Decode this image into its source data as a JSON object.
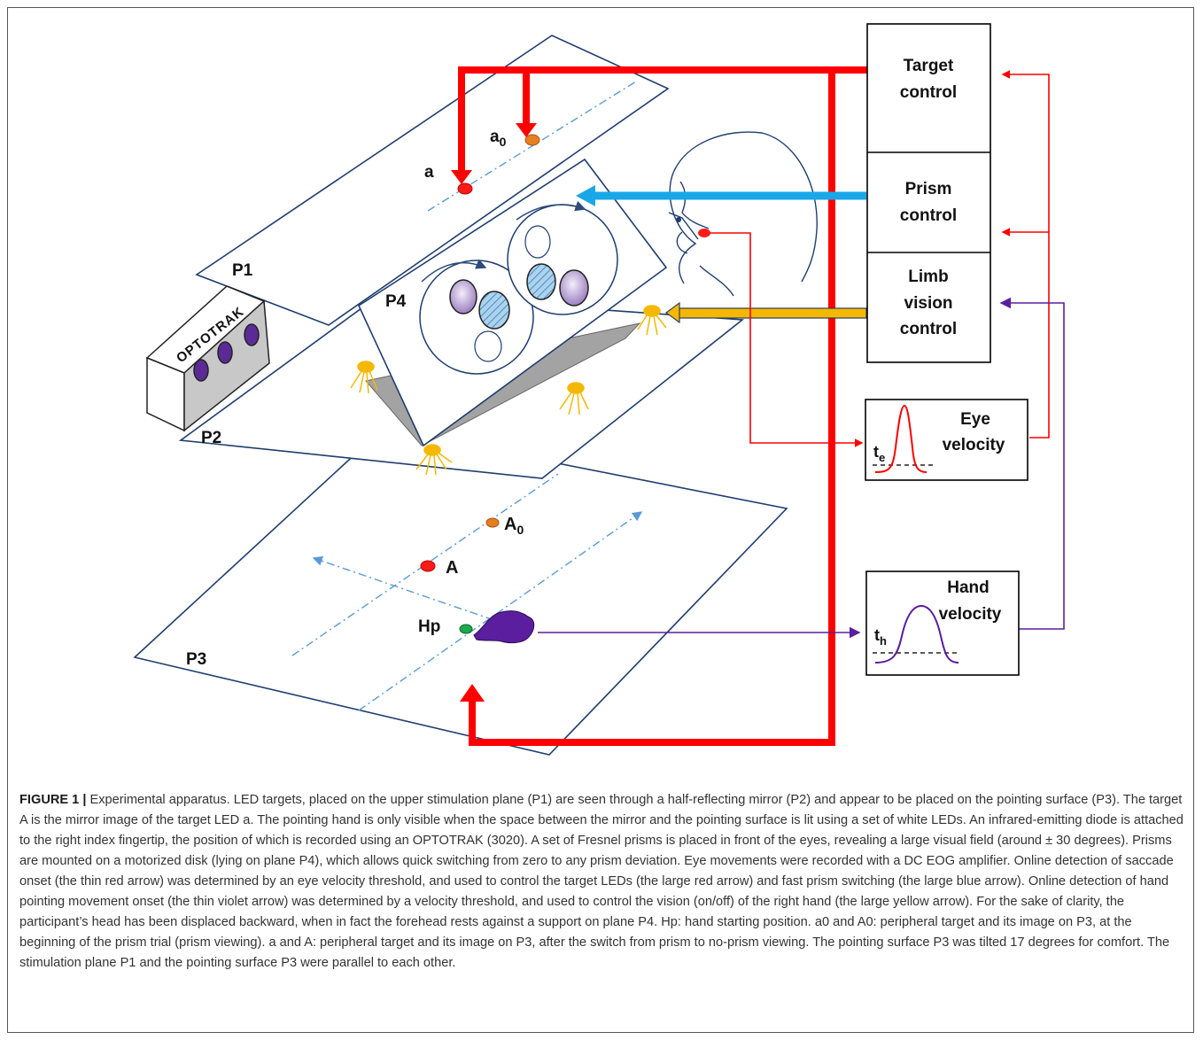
{
  "labels": {
    "a": "a",
    "a0_main": "a",
    "a0_sub": "0",
    "A": "A",
    "A0_main": "A",
    "A0_sub": "0",
    "P1": "P1",
    "P2": "P2",
    "P3": "P3",
    "P4": "P4",
    "Hp": "Hp",
    "optotrak": "OPTOTRAK"
  },
  "control_boxes": {
    "target": [
      "Target",
      "control"
    ],
    "prism": [
      "Prism",
      "control"
    ],
    "limb": [
      "Limb",
      "vision",
      "control"
    ]
  },
  "velocity_boxes": {
    "eye": {
      "title": [
        "Eye",
        "velocity"
      ],
      "t_main": "t",
      "t_sub": "e"
    },
    "hand": {
      "title": [
        "Hand",
        "velocity"
      ],
      "t_main": "t",
      "t_sub": "h"
    }
  },
  "colors": {
    "red": "#ff0000",
    "blue": "#1aa7e8",
    "yellow": "#f5b800",
    "violet": "#5a1e9e",
    "plane_stroke": "#1f3d6e",
    "led_red": "#ff1a1a",
    "led_orange": "#e67e22",
    "led_green": "#1fa84f"
  },
  "caption": {
    "figure": "FIGURE 1 |",
    "text": " Experimental apparatus. LED targets, placed on the upper stimulation plane (P1) are seen through a half-reflecting mirror (P2) and appear to be placed on the pointing surface (P3). The target A is the mirror image of the target LED a. The pointing hand is only visible when the space between the mirror and the pointing surface is lit using a set of white LEDs. An infrared-emitting diode is attached to the right index fingertip, the position of which is recorded using an OPTOTRAK (3020). A set of Fresnel prisms is placed in front of the eyes, revealing a large visual field (around ± 30 degrees). Prisms are mounted on a motorized disk (lying on plane P4), which allows quick switching from zero to any prism deviation. Eye movements were recorded with a DC EOG amplifier. Online detection of saccade onset (the thin red arrow) was determined by an eye velocity threshold, and used to control the target LEDs (the large red arrow) and fast prism switching (the large blue arrow). Online detection of hand pointing movement onset (the thin violet arrow) was determined by a velocity threshold, and used to control the vision (on/off) of the right hand (the large yellow arrow). For the sake of clarity, the participant’s head has been displaced backward, when in fact the forehead rests against a support on plane P4. Hp: hand starting position. a0 and A0: peripheral target and its image on P3, at the beginning of the prism trial (prism viewing). a and A: peripheral target and its image on P3, after the switch from prism to no-prism viewing. The pointing surface P3 was tilted 17 degrees for comfort. The stimulation plane P1 and the pointing surface P3 were parallel to each other."
  }
}
